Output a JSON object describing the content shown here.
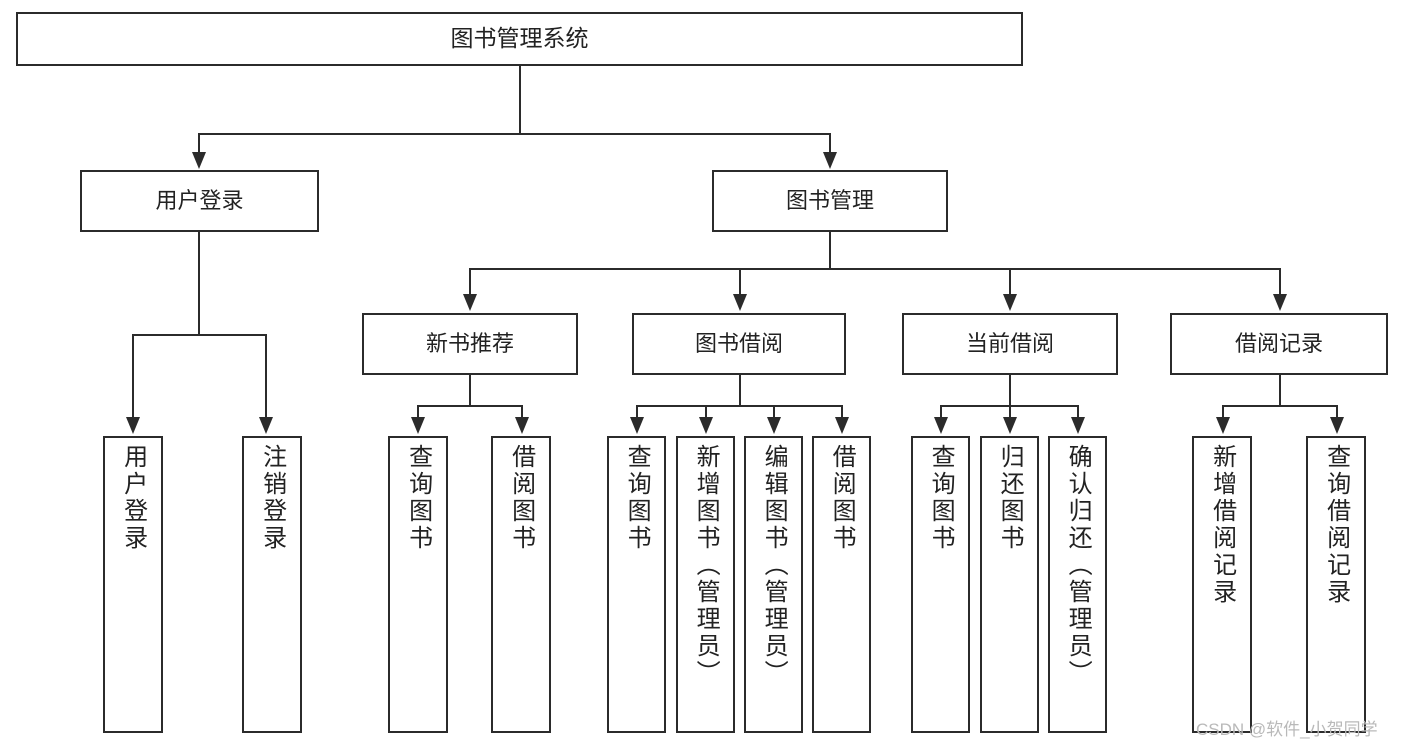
{
  "diagram": {
    "type": "tree-hierarchy-chart",
    "title": "图书管理系统",
    "line_color": "#2b2b2b",
    "box_fill": "#ffffff",
    "text_color": "#222222",
    "levels": {
      "level0": {
        "label": "图书管理系统"
      },
      "level1": [
        {
          "id": "user-login",
          "label": "用户登录"
        },
        {
          "id": "book-management",
          "label": "图书管理"
        }
      ],
      "level2": [
        {
          "id": "new-book-recommend",
          "label": "新书推荐"
        },
        {
          "id": "book-borrow",
          "label": "图书借阅"
        },
        {
          "id": "current-borrow",
          "label": "当前借阅"
        },
        {
          "id": "borrow-record",
          "label": "借阅记录"
        }
      ],
      "level3": {
        "user-login": [
          {
            "id": "leaf-user-login",
            "label": "用户登录"
          },
          {
            "id": "leaf-logout-login",
            "label": "注销登录"
          }
        ],
        "new-book-recommend": [
          {
            "id": "leaf-query-book-1",
            "label": "查询图书"
          },
          {
            "id": "leaf-borrow-book-1",
            "label": "借阅图书"
          }
        ],
        "book-borrow": [
          {
            "id": "leaf-query-book-2",
            "label": "查询图书"
          },
          {
            "id": "leaf-add-book",
            "label": "新增图书（管理员）"
          },
          {
            "id": "leaf-edit-book",
            "label": "编辑图书（管理员）"
          },
          {
            "id": "leaf-borrow-book-2",
            "label": "借阅图书"
          }
        ],
        "current-borrow": [
          {
            "id": "leaf-query-book-3",
            "label": "查询图书"
          },
          {
            "id": "leaf-return-book",
            "label": "归还图书"
          },
          {
            "id": "leaf-confirm-return",
            "label": "确认归还（管理员）"
          }
        ],
        "borrow-record": [
          {
            "id": "leaf-add-record",
            "label": "新增借阅记录"
          },
          {
            "id": "leaf-query-record",
            "label": "查询借阅记录"
          }
        ]
      }
    }
  },
  "watermark": {
    "text": "CSDN @软件_小贺同学"
  }
}
